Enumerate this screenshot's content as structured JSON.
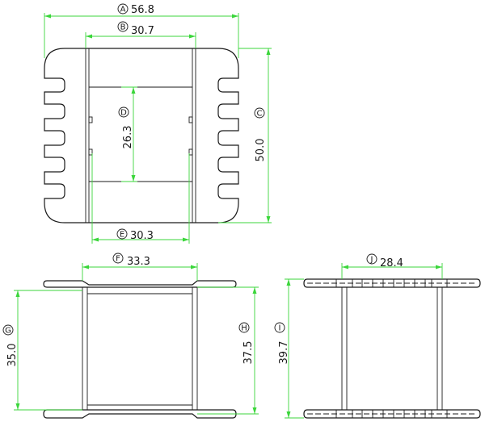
{
  "dimensions": {
    "A": {
      "letter": "A",
      "value": "56.8"
    },
    "B": {
      "letter": "B",
      "value": "30.7"
    },
    "C": {
      "letter": "C",
      "value": "50.0"
    },
    "D": {
      "letter": "D",
      "value": "26.3"
    },
    "E": {
      "letter": "E",
      "value": "30.3"
    },
    "F": {
      "letter": "F",
      "value": "33.3"
    },
    "G": {
      "letter": "G",
      "value": "35.0"
    },
    "H": {
      "letter": "H",
      "value": "37.5"
    },
    "I": {
      "letter": "I",
      "value": "39.7"
    },
    "J": {
      "letter": "J",
      "value": "28.4"
    }
  },
  "colors": {
    "dimension_line": "#3bd63b",
    "outline": "#1a1a1a"
  }
}
